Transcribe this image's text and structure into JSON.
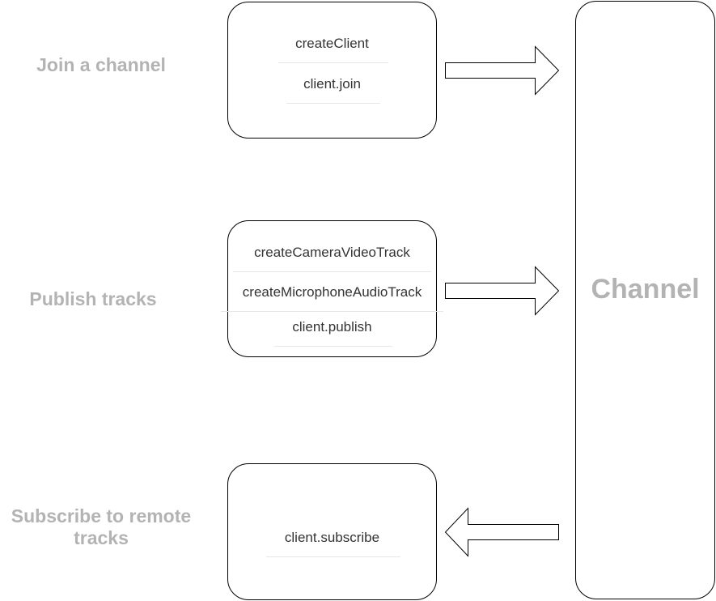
{
  "stages": {
    "join": {
      "label": "Join a channel",
      "calls": [
        "createClient",
        "client.join"
      ]
    },
    "publish": {
      "label": "Publish tracks",
      "calls": [
        "createCameraVideoTrack",
        "createMicrophoneAudioTrack",
        "client.publish"
      ]
    },
    "subscribe": {
      "label": "Subscribe to remote\ntracks",
      "calls": [
        "client.subscribe"
      ]
    }
  },
  "channel": {
    "label": "Channel"
  },
  "arrows": [
    {
      "from": "join",
      "to": "channel",
      "direction": "right"
    },
    {
      "from": "publish",
      "to": "channel",
      "direction": "right"
    },
    {
      "from": "channel",
      "to": "subscribe",
      "direction": "left"
    }
  ],
  "colors": {
    "stage_label": "#b3b3b3",
    "call_text": "#333333",
    "stroke": "#000000",
    "separator": "#e6e6e6"
  }
}
